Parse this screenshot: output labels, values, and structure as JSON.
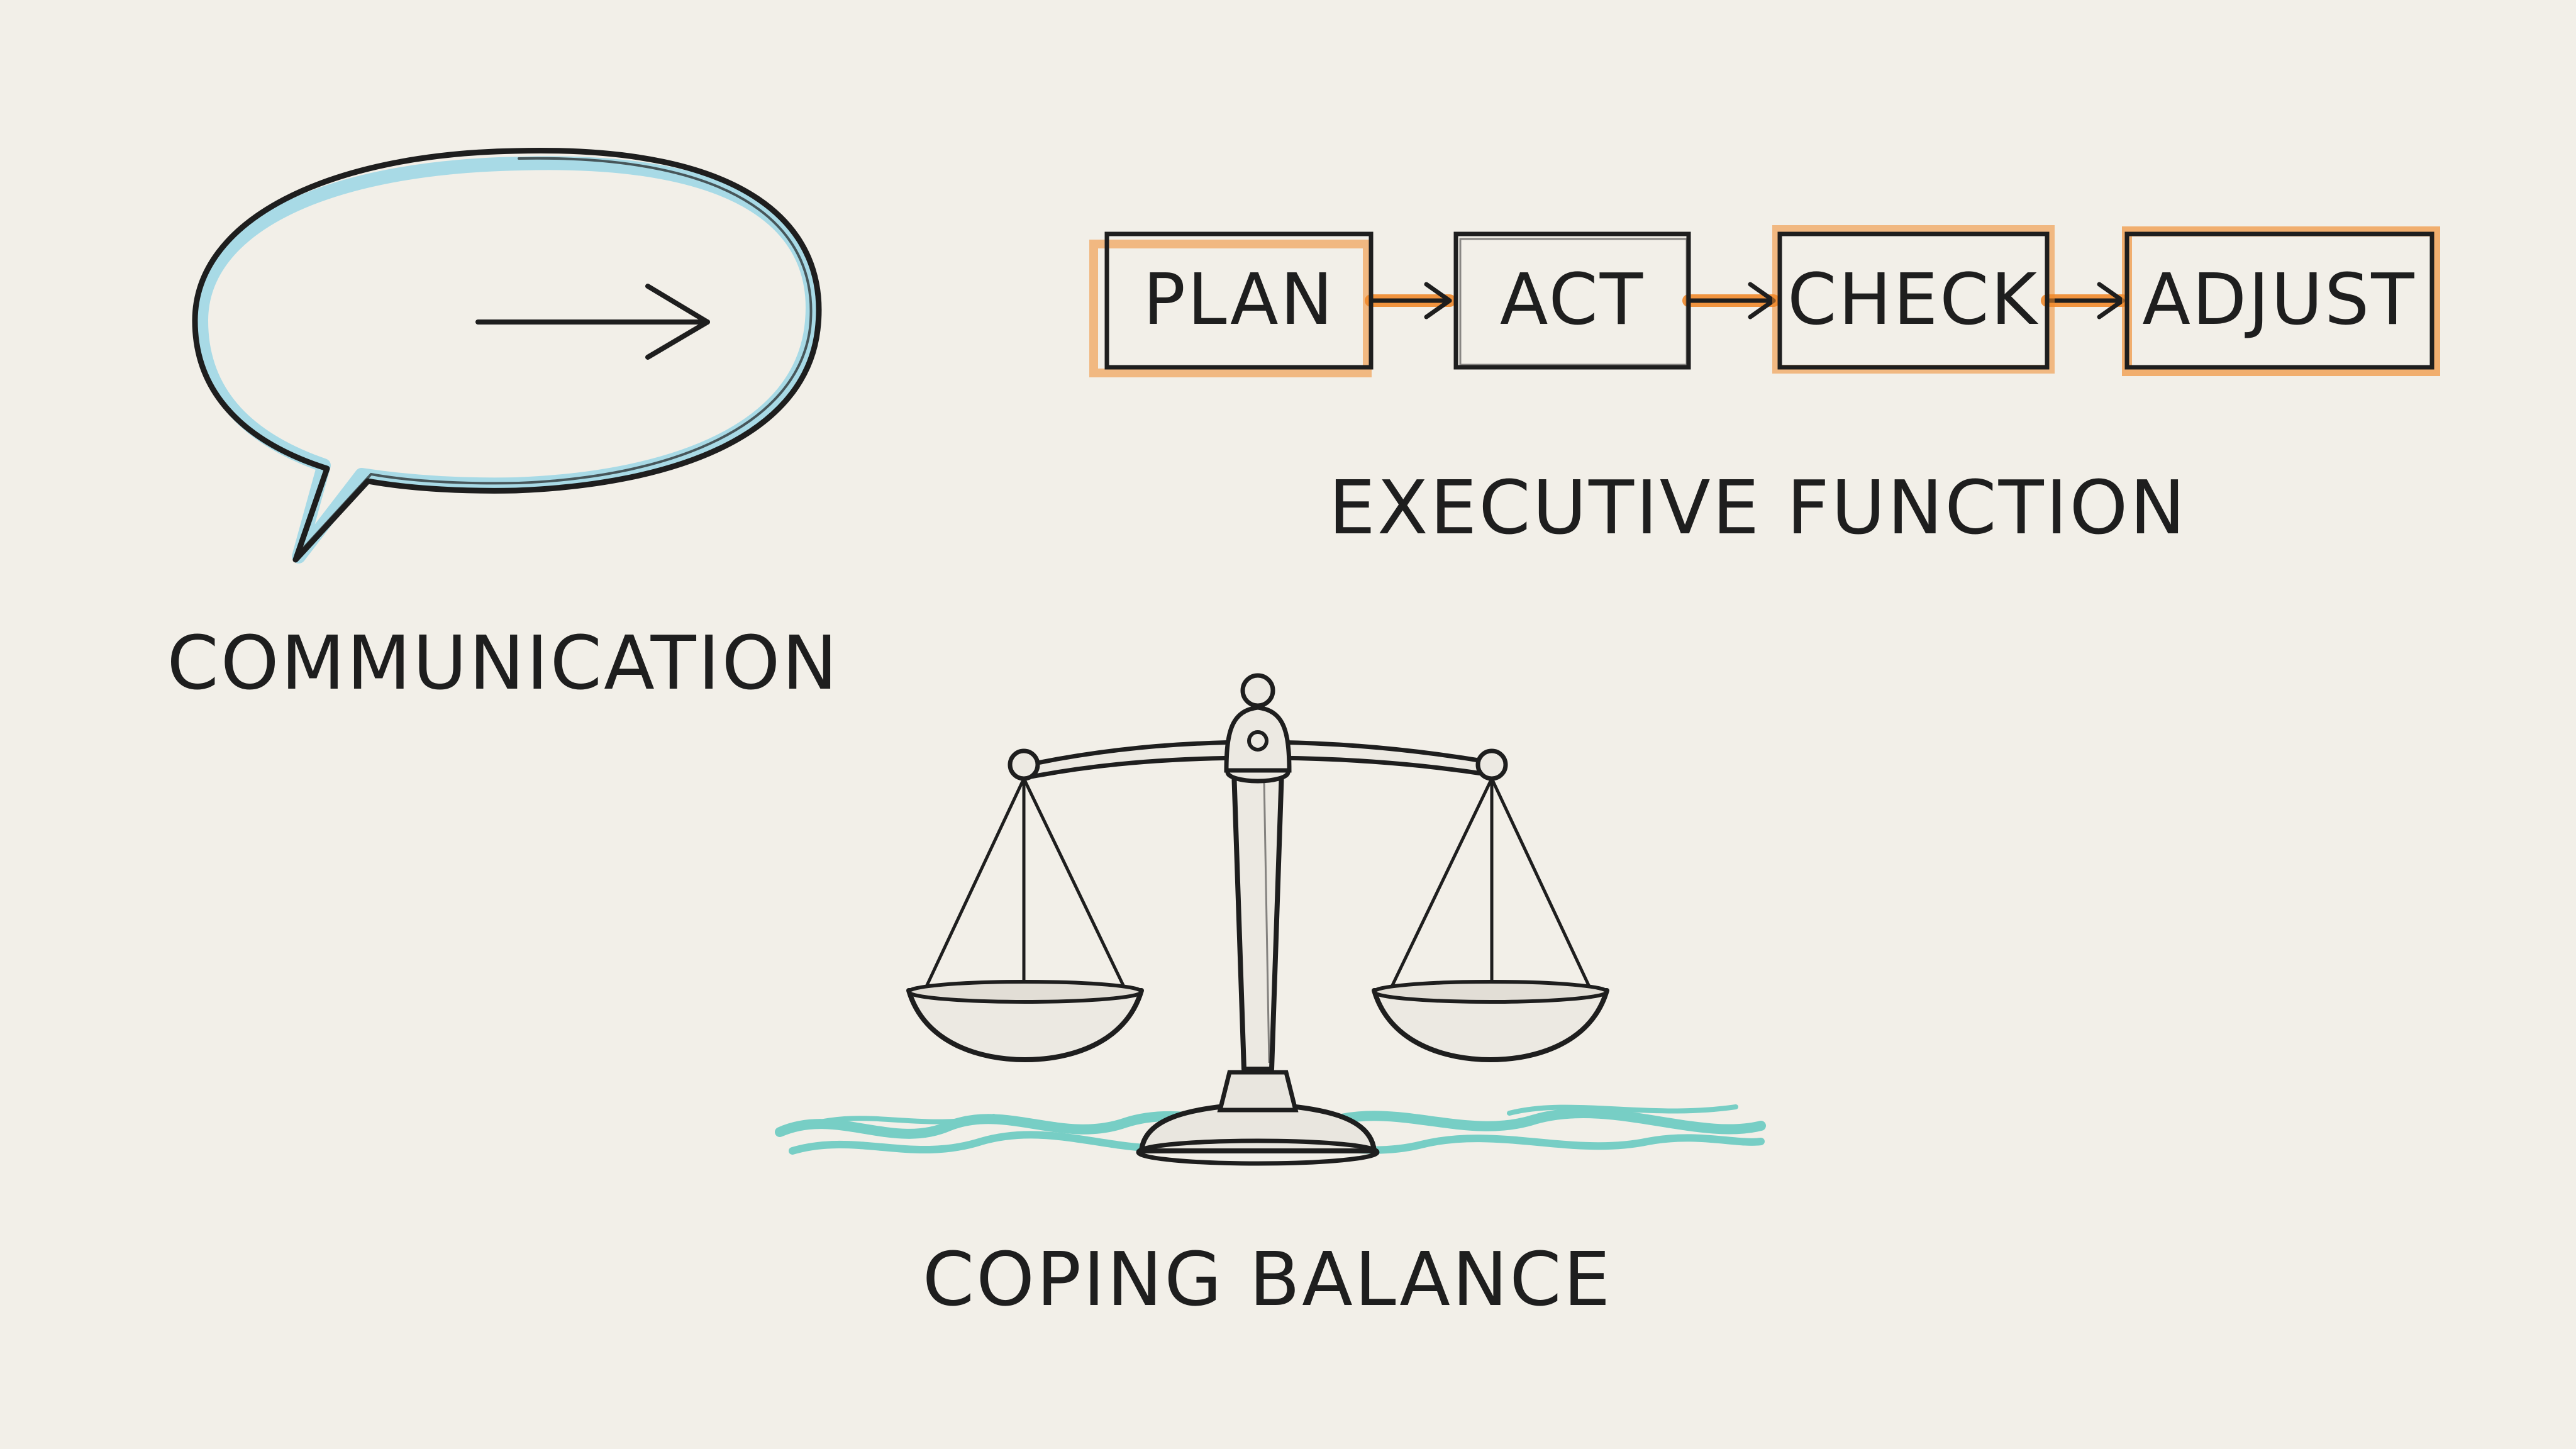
{
  "communication": {
    "label": "COMMUNICATION"
  },
  "executive_function": {
    "label": "EXECUTIVE FUNCTION",
    "steps": [
      "PLAN",
      "ACT",
      "CHECK",
      "ADJUST"
    ]
  },
  "coping_balance": {
    "label": "COPING BALANCE"
  },
  "colors": {
    "background": "#f2efe8",
    "ink": "#1e1e1e",
    "bubble_accent": "#8fd3e6",
    "flow_accent": "#f08a2c",
    "water_accent": "#62c9bf"
  }
}
